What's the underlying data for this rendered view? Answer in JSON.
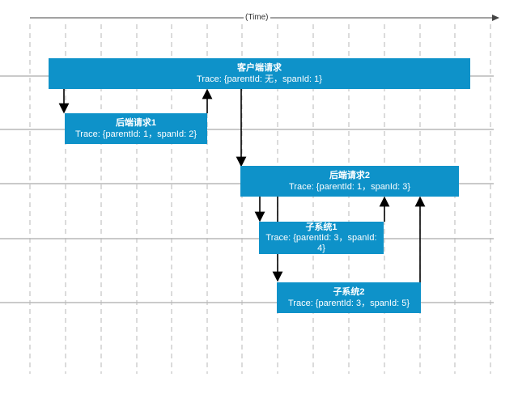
{
  "time_axis": {
    "label": "(Time)"
  },
  "colors": {
    "box": "#0e92c9",
    "line": "#000000",
    "grid": "#cccccc"
  },
  "spans": [
    {
      "name": "客户端请求",
      "trace": "Trace: {parentId: 无，spanId: 1}"
    },
    {
      "name": "后端请求1",
      "trace": "Trace: {parentId: 1，spanId: 2}"
    },
    {
      "name": "后端请求2",
      "trace": "Trace: {parentId: 1，spanId: 3}"
    },
    {
      "name": "子系统1",
      "trace": "Trace: {parentId: 3，spanId:\n4}"
    },
    {
      "name": "子系统2",
      "trace": "Trace: {parentId: 3，spanId: 5}"
    }
  ]
}
